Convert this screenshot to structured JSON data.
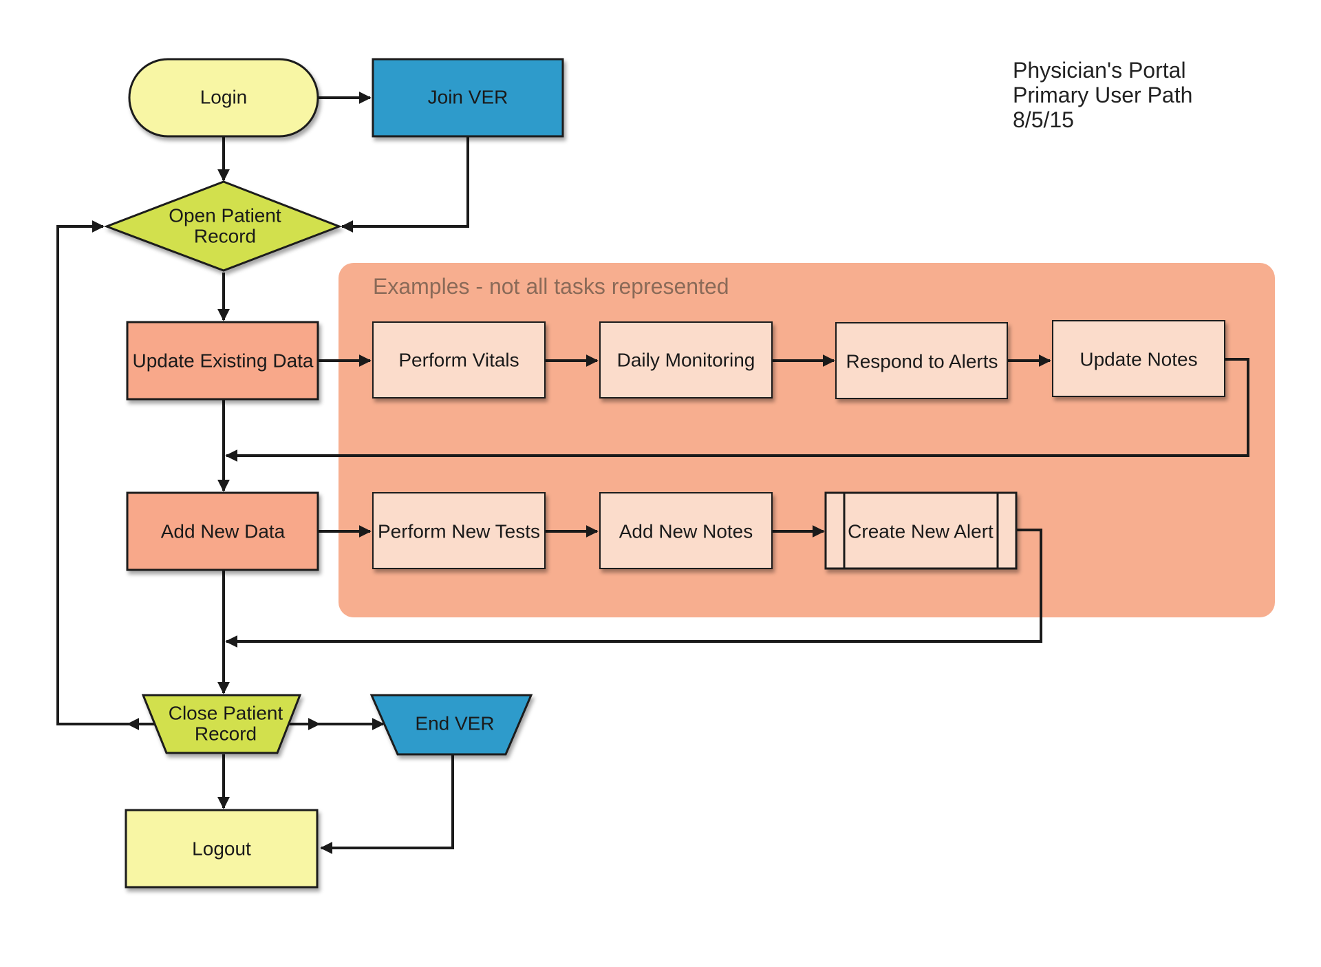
{
  "title": {
    "lines": [
      "Physician's Portal",
      "Primary User Path",
      "8/5/15"
    ]
  },
  "region": {
    "label": "Examples - not all tasks represented"
  },
  "colors": {
    "terminal_yellow": "#f8f6a4",
    "ver_blue": "#2e9bcb",
    "decision_green": "#d2e04d",
    "main_salmon": "#f8a88a",
    "task_light": "#fbdccb",
    "region_fill": "#f7ae8f",
    "edge_color": "#1a1a1a"
  },
  "nodes": {
    "login": "Login",
    "join_ver": "Join VER",
    "open_patient_record": [
      "Open Patient",
      "Record"
    ],
    "update_existing_data": "Update Existing Data",
    "perform_vitals": "Perform Vitals",
    "daily_monitoring": "Daily Monitoring",
    "respond_to_alerts": "Respond to Alerts",
    "update_notes": "Update Notes",
    "add_new_data": "Add New Data",
    "perform_new_tests": "Perform New Tests",
    "add_new_notes": "Add New Notes",
    "create_new_alert": "Create New Alert",
    "close_patient_record": [
      "Close Patient",
      "Record"
    ],
    "end_ver": "End VER",
    "logout": "Logout"
  },
  "edges": [
    {
      "from": "Login",
      "to": "Join VER"
    },
    {
      "from": "Login",
      "to": "Open Patient Record"
    },
    {
      "from": "Join VER",
      "to": "Open Patient Record"
    },
    {
      "from": "Open Patient Record",
      "to": "Update Existing Data"
    },
    {
      "from": "Update Existing Data",
      "to": "Perform Vitals"
    },
    {
      "from": "Perform Vitals",
      "to": "Daily Monitoring"
    },
    {
      "from": "Daily Monitoring",
      "to": "Respond to Alerts"
    },
    {
      "from": "Respond to Alerts",
      "to": "Update Notes"
    },
    {
      "from": "Update Notes",
      "to": "Add New Data"
    },
    {
      "from": "Update Existing Data",
      "to": "Add New Data"
    },
    {
      "from": "Add New Data",
      "to": "Perform New Tests"
    },
    {
      "from": "Perform New Tests",
      "to": "Add New Notes"
    },
    {
      "from": "Add New Notes",
      "to": "Create New Alert"
    },
    {
      "from": "Create New Alert",
      "to": "Close Patient Record"
    },
    {
      "from": "Add New Data",
      "to": "Close Patient Record"
    },
    {
      "from": "Close Patient Record",
      "to": "Open Patient Record"
    },
    {
      "from": "Close Patient Record",
      "to": "End VER"
    },
    {
      "from": "Close Patient Record",
      "to": "Logout"
    },
    {
      "from": "End VER",
      "to": "Logout"
    }
  ]
}
